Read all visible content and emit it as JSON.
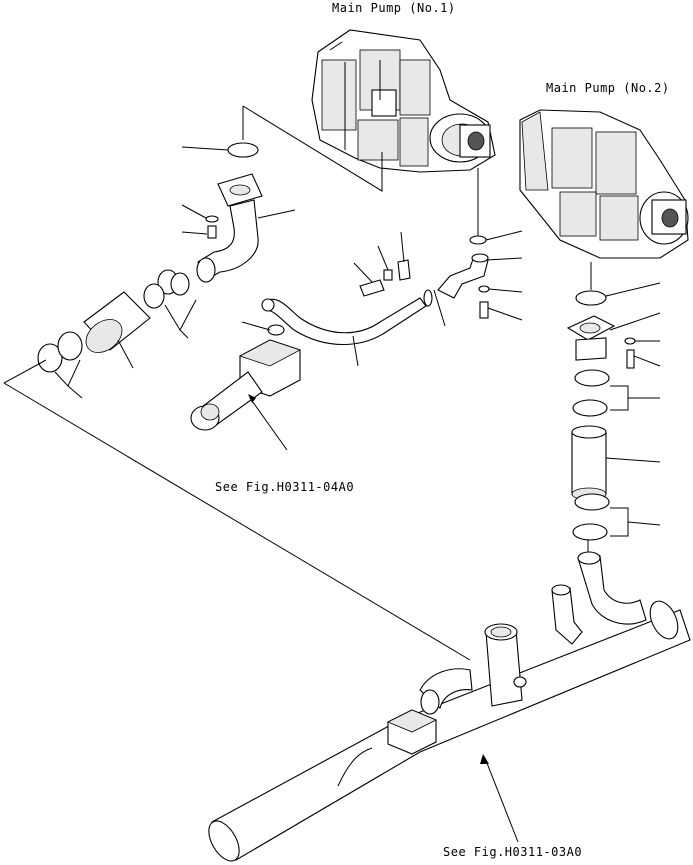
{
  "labels": {
    "main_pump_1": "Main Pump (No.1)",
    "main_pump_2": "Main Pump (No.2)",
    "see_fig_04": "See Fig.H0311-04A0",
    "see_fig_03": "See Fig.H0311-03A0"
  }
}
